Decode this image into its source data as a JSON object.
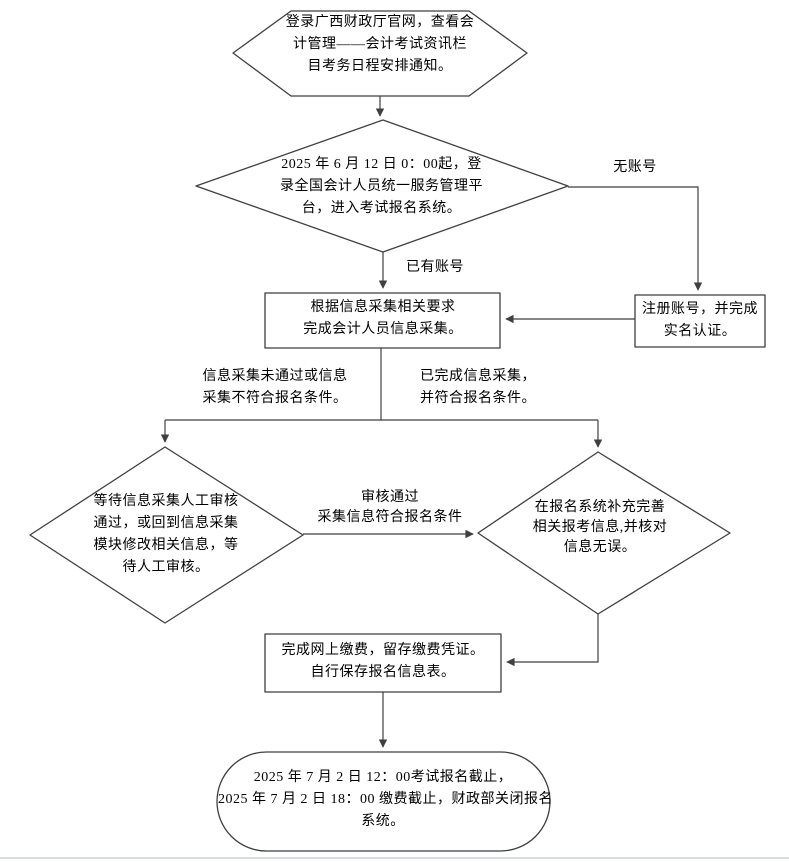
{
  "page": {
    "background": "#ffffff",
    "footer_rule_color": "#d8dde4"
  },
  "flowchart": {
    "line_color": "#3f3f3f",
    "text_color": "#000000",
    "nodes": {
      "start": {
        "type": "hexagon",
        "lines": [
          "登录广西财政厅官网，查看会",
          "计管理——会计考试资讯栏",
          "目考务日程安排通知。"
        ]
      },
      "login_decision": {
        "type": "diamond",
        "lines": [
          "2025 年 6 月 12 日 0：00起，登",
          "录全国会计人员统一服务管理平",
          "台，进入考试报名系统。"
        ]
      },
      "register": {
        "type": "rect",
        "lines": [
          "注册账号，并完成",
          "实名认证。"
        ]
      },
      "collect": {
        "type": "rect",
        "lines": [
          "根据信息采集相关要求",
          "完成会计人员信息采集。"
        ]
      },
      "wait_review": {
        "type": "diamond",
        "lines": [
          "等待信息采集人工审核",
          "通过，或回到信息采集",
          "模块修改相关信息，等",
          "待人工审核。"
        ]
      },
      "supplement": {
        "type": "diamond",
        "lines": [
          "在报名系统补充完善",
          "相关报考信息,并核对",
          "信息无误。"
        ]
      },
      "payment": {
        "type": "rect",
        "lines": [
          "完成网上缴费，留存缴费凭证。",
          "自行保存报名信息表。"
        ]
      },
      "end": {
        "type": "terminator",
        "lines": [
          "2025 年 7 月 2 日 12：00考试报名截止，",
          "2025 年 7 月 2 日 18：00 缴费截止，财政部关闭报名",
          "系统。"
        ]
      }
    },
    "edge_labels": {
      "no_account": "无账号",
      "has_account": "已有账号",
      "collect_fail": {
        "lines": [
          "信息采集未通过或信息",
          "采集不符合报名条件。"
        ]
      },
      "collect_pass": {
        "lines": [
          "已完成信息采集，",
          "并符合报名条件。"
        ]
      },
      "review_pass": {
        "lines": [
          "审核通过",
          "采集信息符合报名条件"
        ]
      }
    }
  }
}
